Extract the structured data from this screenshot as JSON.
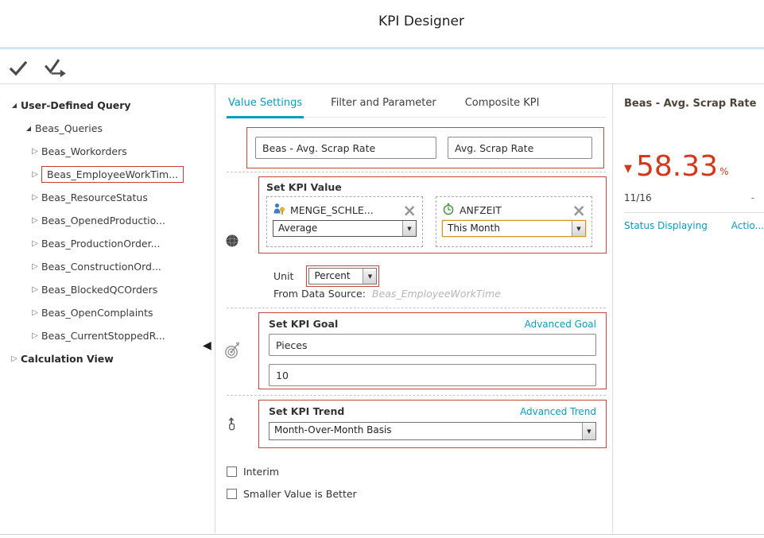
{
  "colors": {
    "accent_teal": "#0b9cbd",
    "alert_red_border": "#c9473a",
    "kpi_value_red": "#d5371b",
    "highlight_orange": "#cf9326",
    "top_divider_blue": "#cfeaf6"
  },
  "icons": {
    "expanded": "◢",
    "collapsed": "▷",
    "panel_collapse": "◀",
    "dropdown_arrow": "▼",
    "remove": "×",
    "trend_down": "▼"
  },
  "header": {
    "title": "KPI Designer"
  },
  "sidebar": {
    "tree": [
      {
        "label": "User-Defined Query"
      },
      {
        "label": "Beas_Queries"
      },
      {
        "label": "Beas_Workorders"
      },
      {
        "label": "Beas_EmployeeWorkTim..."
      },
      {
        "label": "Beas_ResourceStatus"
      },
      {
        "label": "Beas_OpenedProductio..."
      },
      {
        "label": "Beas_ProductionOrder..."
      },
      {
        "label": "Beas_ConstructionOrd..."
      },
      {
        "label": "Beas_BlockedQCOrders"
      },
      {
        "label": "Beas_OpenComplaints"
      },
      {
        "label": "Beas_CurrentStoppedR..."
      },
      {
        "label": "Calculation View"
      }
    ]
  },
  "tabs": {
    "value_settings": "Value Settings",
    "filter_and_parameter": "Filter and Parameter",
    "composite_kpi": "Composite KPI"
  },
  "form": {
    "kpi_name": "Beas - Avg. Scrap Rate",
    "kpi_display_name": "Avg. Scrap Rate",
    "value_section": {
      "title": "Set KPI Value",
      "measure": {
        "field": "MENGE_SCHLE...",
        "aggregation": "Average"
      },
      "time": {
        "field": "ANFZEIT",
        "period": "This Month"
      },
      "unit_label": "Unit",
      "unit": "Percent",
      "source_label": "From Data Source:",
      "source": "Beas_EmployeeWorkTime"
    },
    "goal_section": {
      "title": "Set KPI Goal",
      "advanced": "Advanced Goal",
      "unit": "Pieces",
      "value": "10"
    },
    "trend_section": {
      "title": "Set KPI Trend",
      "advanced": "Advanced Trend",
      "basis": "Month-Over-Month Basis"
    },
    "interim_label": "Interim",
    "smaller_better_label": "Smaller Value is Better"
  },
  "preview": {
    "title": "Beas - Avg. Scrap Rate",
    "value": "58.33",
    "unit": "%",
    "period": "11/16",
    "placeholder": "-",
    "status_link": "Status Displaying",
    "action_link": "Actio..."
  }
}
